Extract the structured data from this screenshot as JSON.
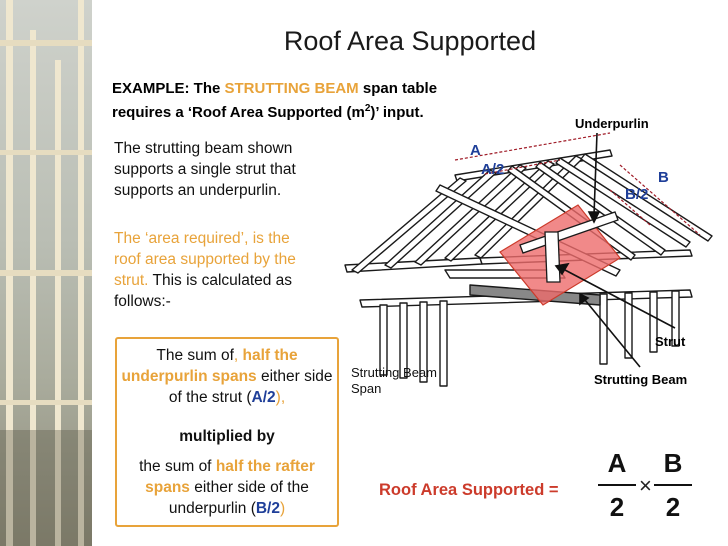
{
  "slide": {
    "title": "Roof Area Supported"
  },
  "example": {
    "prefix": "EXAMPLE:  The ",
    "highlight": "STRUTTING BEAM",
    "mid": " span table",
    "line2_a": "requires a ‘Roof Area Supported (m",
    "line2_sup": "2",
    "line2_b": ")’  input."
  },
  "body": {
    "para1": "The strutting beam shown supports a single strut that supports an underpurlin.",
    "para2_lead": "The ‘area required’, is the roof area supported by the strut.",
    "para2_rest": " This is calculated as follows:-"
  },
  "formula_box": {
    "line1_a": "The sum of",
    "line1_punct": ",",
    "line1_b": " half the underpurlin spans",
    "line1_c": " either side of the strut (",
    "line1_dim": "A/2",
    "line1_d": "),",
    "line2": "multiplied by",
    "line3_a": "the sum of ",
    "line3_b": "half the rafter spans",
    "line3_c": " either side of the underpurlin (",
    "line3_dim": "B/2",
    "line3_d": ")"
  },
  "diagram": {
    "label_A": "A",
    "label_A2": "A/2",
    "label_B": "B",
    "label_B2": "B/2",
    "label_underpurlin": "Underpurlin",
    "label_strut": "Strut",
    "label_strutting_beam": "Strutting Beam",
    "label_span_1": "Strutting Beam",
    "label_span_2": "Span",
    "colors": {
      "highlight_area": "#ee6b6b",
      "timber_outline": "#1a1a1a",
      "dimension_line": "#a01c28",
      "label_blue": "#1f3f99"
    }
  },
  "result": {
    "label": "Roof Area Supported =",
    "frac1_num": "A",
    "frac1_den": "2",
    "times": "×",
    "frac2_num": "B",
    "frac2_den": "2"
  },
  "colors": {
    "accent_orange": "#e8a33a",
    "accent_red": "#cc3b2b",
    "accent_blue": "#1f3f99"
  }
}
